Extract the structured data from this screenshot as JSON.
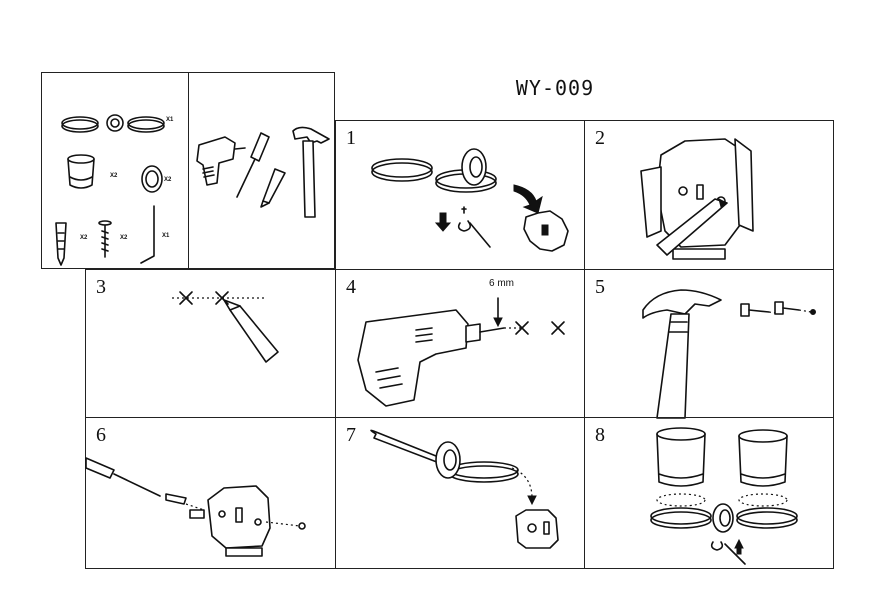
{
  "title": "WY-009",
  "parts": {
    "towel_ring_qty": "X1",
    "cup_qty": "X2",
    "ring_qty": "X2",
    "anchor_qty": "X2",
    "screw_qty": "X2",
    "hex_key_qty": "X1"
  },
  "steps": [
    {
      "number": "1"
    },
    {
      "number": "2"
    },
    {
      "number": "3"
    },
    {
      "number": "4",
      "drill_label": "6 mm"
    },
    {
      "number": "5"
    },
    {
      "number": "6"
    },
    {
      "number": "7"
    },
    {
      "number": "8"
    }
  ]
}
